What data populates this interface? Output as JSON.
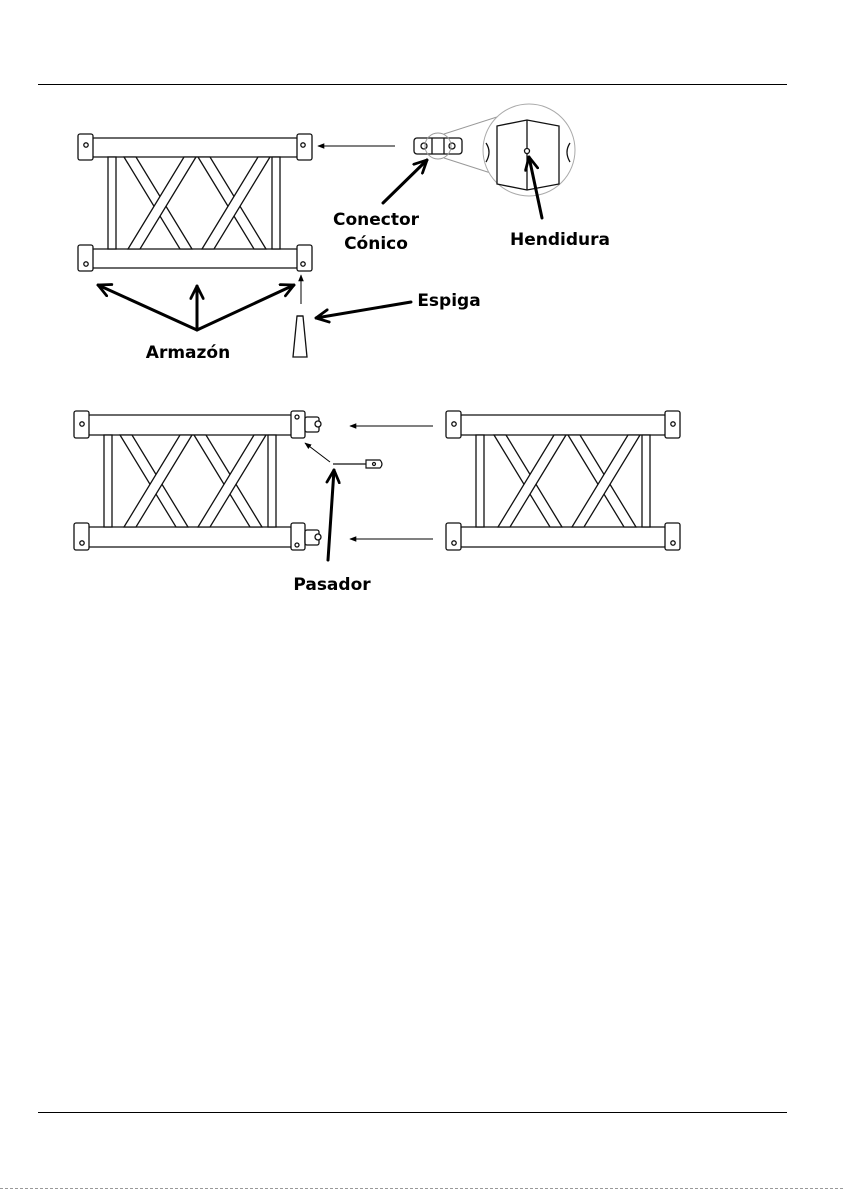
{
  "labels": {
    "conector_line1": "Conector",
    "conector_line2": "Cónico",
    "hendidura": "Hendidura",
    "espiga": "Espiga",
    "armazon": "Armazón",
    "pasador": "Pasador"
  }
}
